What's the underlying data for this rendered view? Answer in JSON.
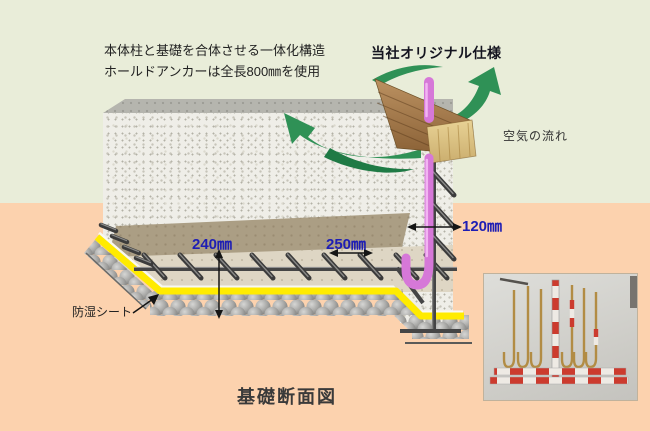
{
  "title": {
    "text": "基礎断面図"
  },
  "notes": {
    "line1": "本体柱と基礎を合体させる一体化構造",
    "line2": "ホールドアンカーは全長800㎜を使用"
  },
  "labels": {
    "original_spec": "当社オリジナル仕様",
    "air_flow": "空気の流れ",
    "moisture_sheet": "防湿シート"
  },
  "dimensions": {
    "slab_thickness": "240㎜",
    "anchor_pitch": "250㎜",
    "footing_width": "120㎜"
  },
  "colors": {
    "bg_top": "#e9edd9",
    "bg_bottom": "#fcd2ae",
    "concrete": "#efeee8",
    "slab_underside_tan": "#ab9e84",
    "dimension_text": "#1e1eb4",
    "air_arrow_green": "#2f9156",
    "anchor_pink": "#d678d8",
    "moisture_sheet_yellow": "#ffeb00",
    "wood_brown": "#a87f52"
  }
}
